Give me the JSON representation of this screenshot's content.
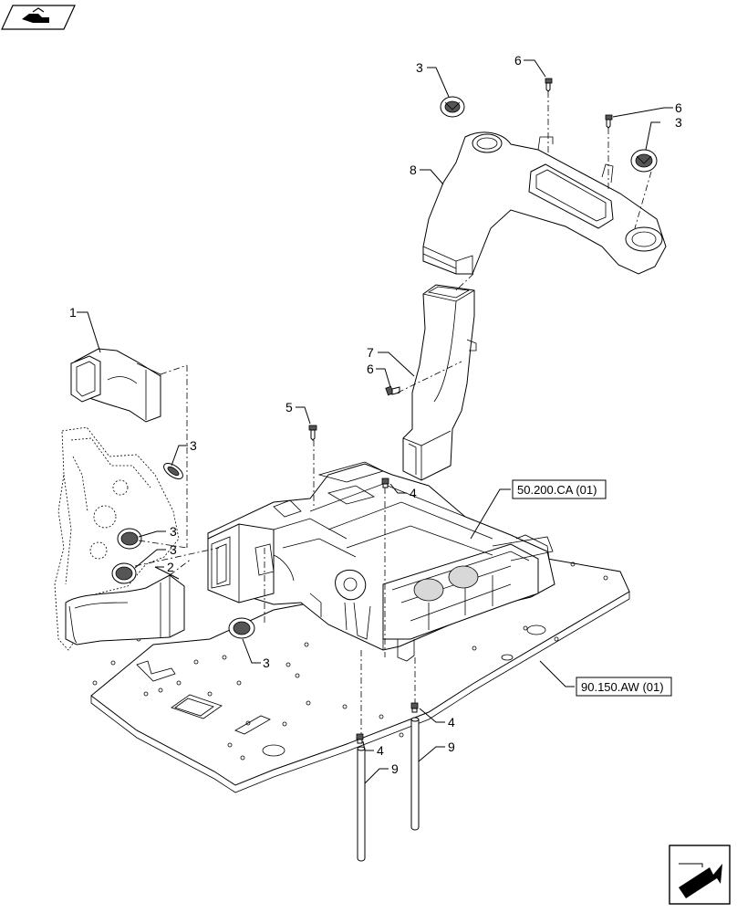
{
  "header_icon": "exploded-view-book-icon",
  "footer_icon": "next-page-arrow-icon",
  "callouts": {
    "c1": "1",
    "c2": "2",
    "c3a": "3",
    "c3b": "3",
    "c3c": "3",
    "c3d": "3",
    "c3e": "3",
    "c3f": "3",
    "c4a": "4",
    "c4b": "4",
    "c4c": "4",
    "c5": "5",
    "c6a": "6",
    "c6b": "6",
    "c6c": "6",
    "c7": "7",
    "c8": "8",
    "c9a": "9",
    "c9b": "9"
  },
  "references": {
    "hvac": "50.200.CA (01)",
    "platform": "90.150.AW (01)"
  }
}
